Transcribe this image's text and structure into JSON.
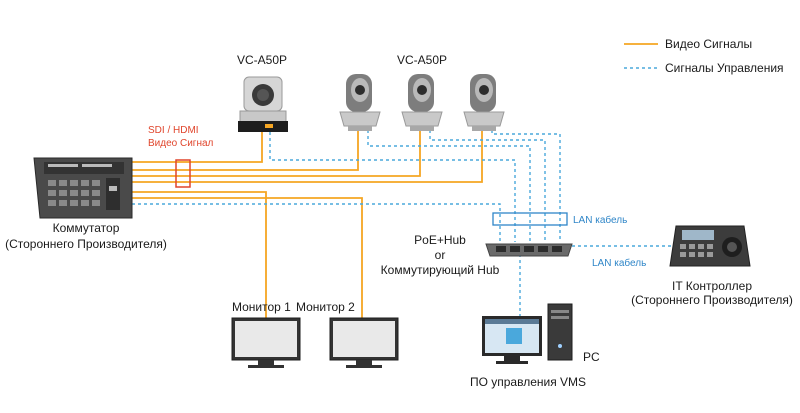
{
  "legend": {
    "video_label": "Видео Сигналы",
    "control_label": "Сигналы Управления",
    "video_color": "#f5a623",
    "control_color": "#4aa8dc"
  },
  "cameras": {
    "box_camera_label": "VC-A50P",
    "ptz_group_label": "VC-A50P"
  },
  "annotations": {
    "sdi_hdmi": "SDI / HDMI",
    "video_signal": "Видео Сигнал",
    "lan_cable_1": "LAN кабель",
    "lan_cable_2": "LAN кабель"
  },
  "switcher": {
    "line1": "Коммутатор",
    "line2": "(Стороннего Производителя)"
  },
  "hub": {
    "line1": "PoE+Hub",
    "line2": "or",
    "line3": "Коммутирующий Hub"
  },
  "controller": {
    "line1": "IT Контроллер",
    "line2": "(Стороннего Производителя)"
  },
  "monitors": {
    "monitor1": "Монитор 1",
    "monitor2": "Монитор 2"
  },
  "pc": {
    "pc_label": "PC",
    "vms_label": "ПО управления VMS"
  }
}
